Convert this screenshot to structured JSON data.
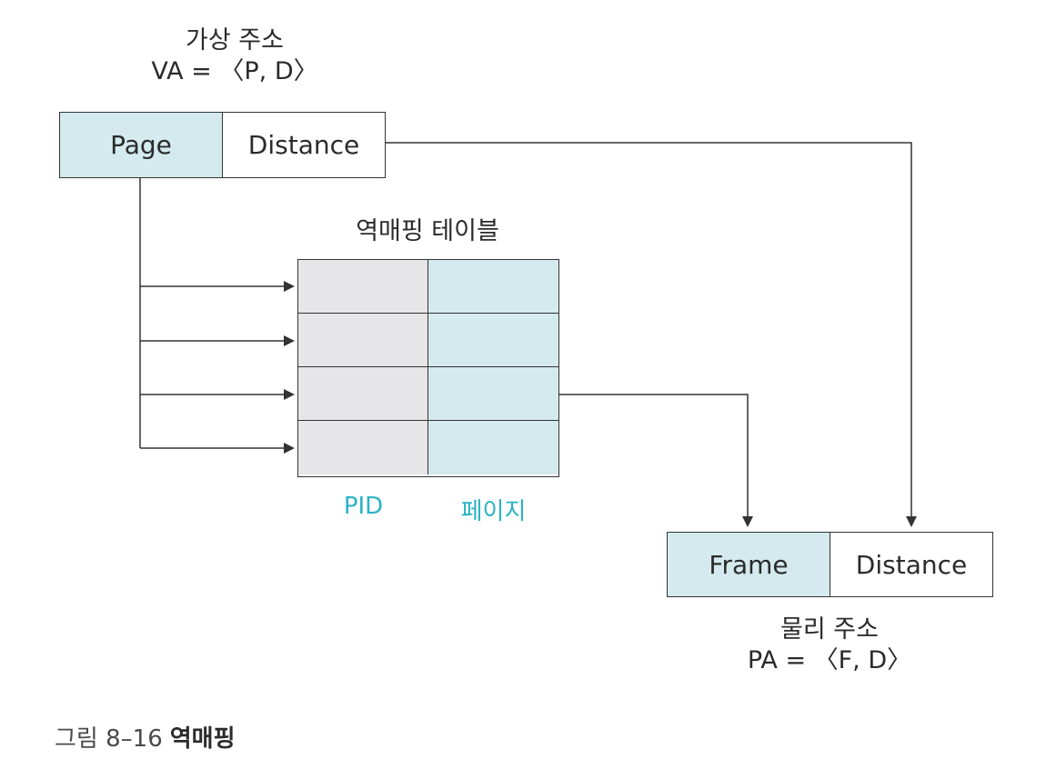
{
  "virtual_address": {
    "title": "가상 주소",
    "formula": "VA = 〈P, D〉",
    "cells": [
      "Page",
      "Distance"
    ]
  },
  "table": {
    "title": "역매핑 테이블",
    "rows": 4,
    "column_labels": [
      "PID",
      "페이지"
    ]
  },
  "physical_address": {
    "title": "물리 주소",
    "formula": "PA = 〈F, D〉",
    "cells": [
      "Frame",
      "Distance"
    ]
  },
  "caption": {
    "number": "그림 8–16",
    "title": "역매핑"
  },
  "colors": {
    "highlight": "#d4eaee",
    "gray": "#e6e6e8",
    "accent_text": "#2ab3c4",
    "stroke": "#333333"
  }
}
